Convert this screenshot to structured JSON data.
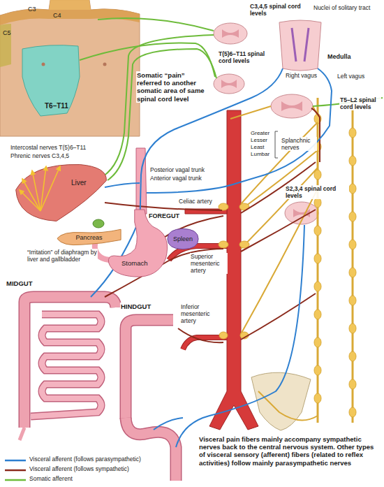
{
  "diagram": {
    "caption": "Visceral pain fibers mainly accompany sympathetic nerves back to the central nervous system. Other types of visceral sensory (afferent) fibers (related to reflex activities) follow mainly parasympathetic nerves",
    "nodes": [
      {
        "text": [
          "Liver"
        ]
      },
      {
        "text": [
          "Stomach"
        ]
      },
      {
        "text": [
          "Spleen"
        ]
      },
      {
        "text": [
          "Pancreas"
        ]
      }
    ],
    "labels": [
      "C3",
      "C4",
      "C5",
      "T6–T11",
      "C3,4,5 spinal cord levels",
      "Nuclei of solitary tract",
      "Medulla",
      "T(5)6–T11 spinal cord levels",
      "Somatic “pain” referred to another somatic area of same spinal cord level",
      "Right vagus",
      "Left vagus",
      "T5–L2 spinal cord levels",
      "Intercostal nerves T(5)6–T11",
      "Phrenic nerves C3,4,5",
      "Greater",
      "Lesser",
      "Least",
      "Lumbar",
      "Splanchnic nerves",
      "Posterior vagal trunk",
      "Anterior vagal trunk",
      "Celiac artery",
      "FOREGUT",
      "“Irritation” of diaphragm by liver and gallbladder",
      "Superior mesenteric artery",
      "S2,3,4 spinal cord levels",
      "MIDGUT",
      "HINDGUT",
      "Inferior mesenteric artery"
    ],
    "legend": [
      {
        "text": "Visceral afferent (follows parasympathetic)"
      },
      {
        "text": "Visceral afferent (follows sympathetic)"
      },
      {
        "text": "Somatic afferent"
      }
    ]
  }
}
